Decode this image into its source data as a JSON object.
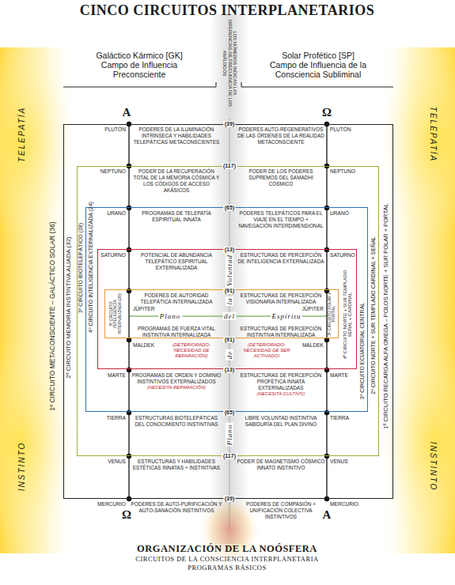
{
  "diagram": {
    "title": "CINCO CIRCUITOS INTERPLANETARIOS",
    "caption": "ORGANIZACIÓN DE LA NOÓSFERA",
    "nodes": [
      {
        "text": [
          "1º CIRCUITO METACONSCIENTE – GALÁCTICO SOLAR (36)",
          "1º CIRCUITO RECARGA ALFA OMEGA – POLOS NORTE + SUR POLAR + PORTAL"
        ]
      },
      {
        "text": [
          "2º CIRCUITO MEMORIA INSTINTIVA ALIADA (32)",
          "2º CIRCUITO NORTE + SUR TEMPLADO CARDINAL + SEÑAL"
        ],
        "in": 0
      },
      {
        "text": [
          "3º CIRCUITO BIOTELEPÁTICO (28)",
          "3º CIRCUITO ECUATORIAL CENTRAL"
        ],
        "in": 1
      },
      {
        "text": [
          "4º CIRCUITO INTELIGENCIA EXTERNALIZADA (24)",
          "4º CIRCUITO NORTE + SUR TEMPLADO SEÑAL + CARDINAL"
        ],
        "in": 2
      },
      {
        "text": [
          "5º CIRCUITO INTELIGENCIA INTERNALIZADA (20)",
          "5º CIRCUITO POLAR + PORTAL"
        ],
        "in": 3
      }
    ],
    "labels": [
      "A",
      "Ω",
      "Galáctico Kármico [GK]",
      "Campo de Influencia Preconsciente",
      "Solar Profético [SP]",
      "Campo de Influencia de la Consciencia Subliminal",
      "LOS NÚMEROS INDICAN LAS DIFERENCIAS DE FRECUENCIA DE LOS ANÁLOGOS",
      "TELEPATÍA",
      "INSTINTO",
      "TELEPATÍA",
      "INSTINTO",
      "PLUTÓN",
      "PODERES DE LA ILUMINACIÓN INTRÍNSECA Y HABILIDADES TELEPÁTICAS METACONSCIENTES",
      "(39)",
      "PODERES AUTO-REGENERATIVOS DE LAS ÓRDENES DE LA REALIDAD METACONSCIENTE",
      "PLUTÓN",
      "NEPTUNO",
      "PODER DE LA RECUPERACIÓN TOTAL DE LA MEMORIA CÓSMICA Y LOS CÓDIGOS DE ACCESO AKÁSICOS",
      "(117)",
      "PODER DE LOS PODERES SUPREMOS DEL SAMADHI CÓSMICO",
      "NEPTUNO",
      "URANO",
      "PROGRAMAS DE TELEPATÍA ESPIRITUAL INNATA",
      "(65)",
      "PODERES TELEPÁTICOS PARA EL VIAJE EN EL TIEMPO + NAVEGACIÓN INTERDIMENSIONAL",
      "URANO",
      "SATURNO",
      "POTENCIAL DE ABUNDANCIA TELEPÁTICO ESPIRITUAL EXTERNALIZADA",
      "(13)",
      "ESTRUCTURAS DE PERCEPCIÓN DE INTELIGENCIA EXTERNALIZADA",
      "SATURNO",
      "JÚPITER",
      "PODERES DE AUTORIDAD TELEPÁTICA INTERNALIZADA",
      "(91)",
      "ESTRUCTURAS DE PERCEPCIÓN VISIONARIA INTERNALIZADA",
      "JÚPITER",
      "MALDEK",
      "PROGRAMAS DE FUERZA VITAL INSTINTIVA INTERNALIZADA",
      "(91)",
      "ESTRUCTURAS DE PERCEPCIÓN INSTINTIVA INTERNALIZADA",
      "MALDEK",
      "(DETERIORADO- NECESIDAD DE REPARACIÓN)",
      "(DETERIORADO- NECESIDAD DE SER ACTIVADO)",
      "MARTE",
      "PROGRAMAS DE ORDEN Y DOMINIO INSTINTIVOS EXTERNALIZADOS",
      "(13)",
      "ESTRUCTURAS DE PERCEPCIÓN PROFÉTICA INNATA EXTERNALIZADAS",
      "MARTE",
      "(NECESITA REPARACIÓN)",
      "(NECESITA CULTIVO)",
      "TIERRA",
      "ESTRUCTURAS BIOTELEPÁTICAS DEL CONOCIMIENTO INSTINTIVAS",
      "(65)",
      "LIBRE VOLUNTAD INSTINTIVA SABIDURÍA DEL PLAN DIVINO",
      "TIERRA",
      "VENUS",
      "ESTRUCTURAS Y HABILIDADES ESTÉTICAS INNATAS + INSTINTIVAS",
      "(117)",
      "PODER DE MAGNETISMO CÓSMICO INNATO INSTINTIVO",
      "VENUS",
      "MERCURIO",
      "PODERES DE AUTO-PURIFICACIÓN Y AUTO-SANACIÓN INSTINTIVOS",
      "(39)",
      "PODERES DE COMPASIÓN + UNIFICACIÓN COLECTIVA INSTINTIVOS",
      "MERCURIO",
      "Plano",
      "del",
      "Espíritu",
      "Voluntad",
      "la",
      "de",
      "Plano",
      "Ω",
      "A",
      "CIRCUITOS DE LA CONSCIENCIA INTERPLANETARIA",
      "PROGRAMAS BÁSICOS"
    ]
  }
}
